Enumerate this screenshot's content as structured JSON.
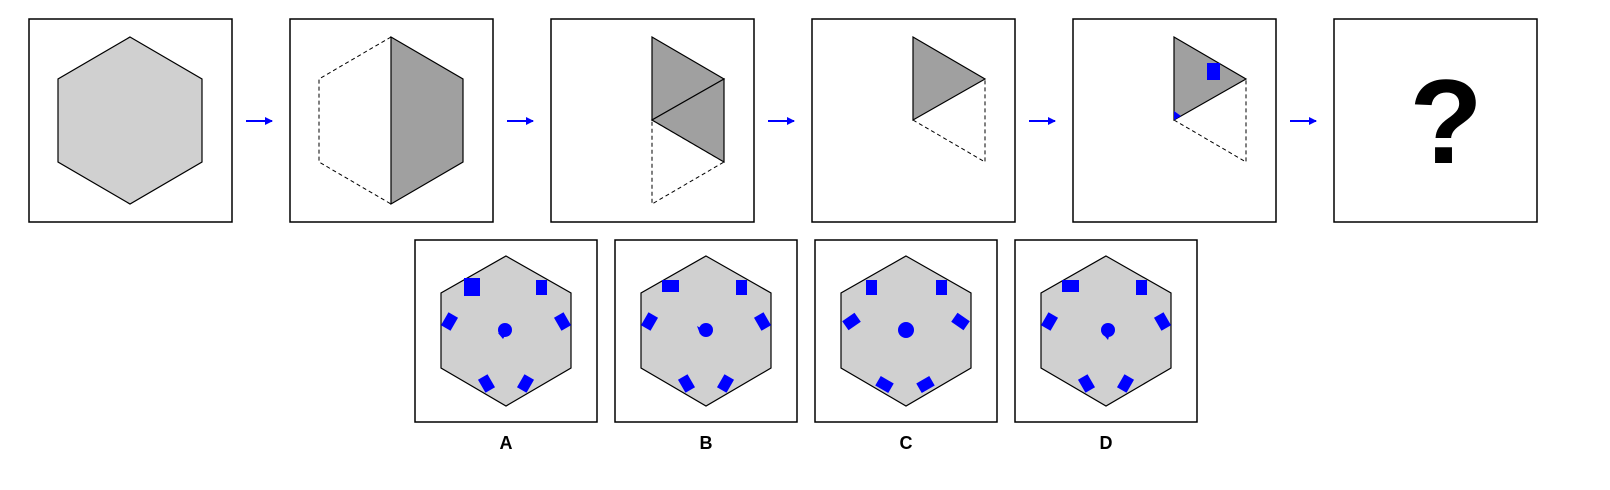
{
  "puzzle": {
    "question_symbol": "?",
    "options": [
      {
        "label": "A"
      },
      {
        "label": "B"
      },
      {
        "label": "C"
      },
      {
        "label": "D"
      }
    ]
  },
  "colors": {
    "hexagon_fill": "#d0d0d0",
    "folded_fill": "#a0a0a0",
    "hole_color": "#0000ff",
    "arrow_color": "#0000ff",
    "outline": "#000000"
  }
}
